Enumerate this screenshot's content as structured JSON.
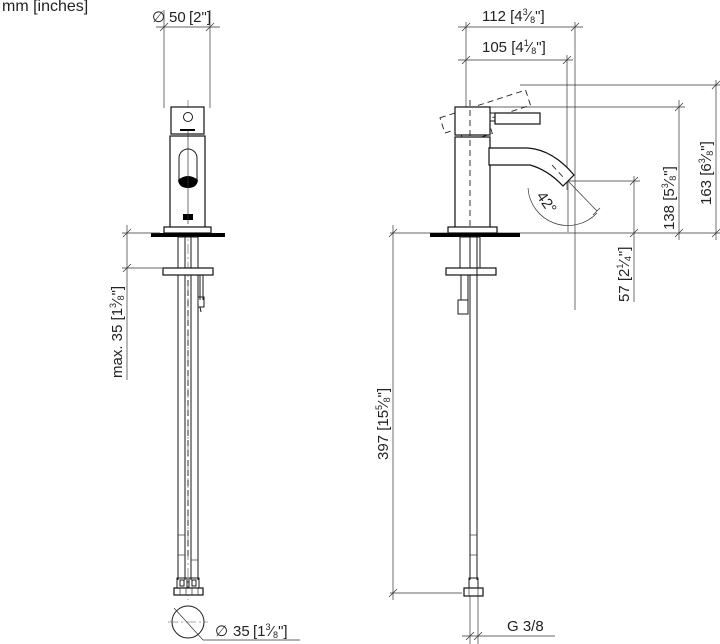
{
  "units_label": "mm [inches]",
  "front_view": {
    "diameter_top": {
      "mm": "50",
      "inch": "2\"",
      "symbol": "∅"
    },
    "max_thickness": {
      "prefix": "max.",
      "mm": "35",
      "inch_whole": "1",
      "inch_num": "3",
      "inch_den": "8"
    },
    "diameter_bottom": {
      "mm": "35",
      "inch_whole": "1",
      "inch_num": "3",
      "inch_den": "8",
      "symbol": "∅"
    }
  },
  "side_view": {
    "reach_total": {
      "mm": "112",
      "inch_whole": "4",
      "inch_num": "3",
      "inch_den": "8"
    },
    "reach_spout": {
      "mm": "105",
      "inch_whole": "4",
      "inch_num": "1",
      "inch_den": "8"
    },
    "height_total": {
      "mm": "163",
      "inch_whole": "6",
      "inch_num": "3",
      "inch_den": "8"
    },
    "height_handle": {
      "mm": "138",
      "inch_whole": "5",
      "inch_num": "3",
      "inch_den": "8"
    },
    "spout_height": {
      "mm": "57",
      "inch_whole": "2",
      "inch_num": "1",
      "inch_den": "4"
    },
    "hose_length": {
      "mm": "397",
      "inch_whole": "15",
      "inch_num": "5",
      "inch_den": "8"
    },
    "spout_angle": "42°",
    "connection": "G 3/8"
  }
}
